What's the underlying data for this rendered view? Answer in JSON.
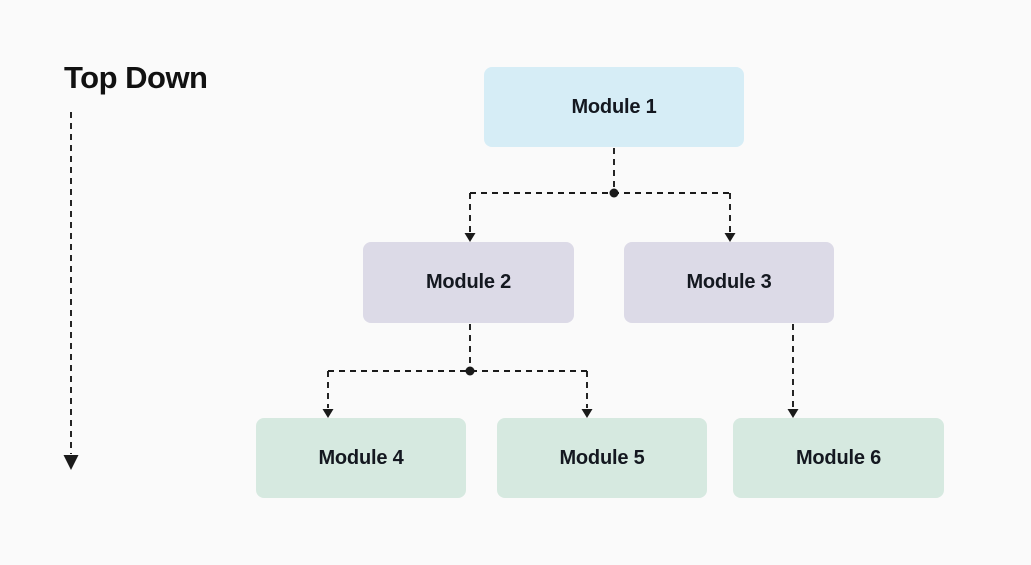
{
  "title": "Top Down",
  "colors": {
    "background": "#fafafa",
    "level1_fill": "#d6edf6",
    "level2_fill": "#dcdae7",
    "level3_fill": "#d6e9e0",
    "connector": "#1a1a1a",
    "title_text": "#111111",
    "label_text": "#141820"
  },
  "modules": [
    {
      "label": "Module 1",
      "level": 1,
      "fill": "#d6edf6"
    },
    {
      "label": "Module 2",
      "level": 2,
      "fill": "#dcdae7"
    },
    {
      "label": "Module 3",
      "level": 2,
      "fill": "#dcdae7"
    },
    {
      "label": "Module 4",
      "level": 3,
      "fill": "#d6e9e0"
    },
    {
      "label": "Module 5",
      "level": 3,
      "fill": "#d6e9e0"
    },
    {
      "label": "Module 6",
      "level": 3,
      "fill": "#d6e9e0"
    }
  ],
  "edges": [
    {
      "from": "Module 1",
      "to": "Module 2",
      "style": "dashed-arrow"
    },
    {
      "from": "Module 1",
      "to": "Module 3",
      "style": "dashed-arrow"
    },
    {
      "from": "Module 2",
      "to": "Module 4",
      "style": "dashed-arrow"
    },
    {
      "from": "Module 2",
      "to": "Module 5",
      "style": "dashed-arrow"
    },
    {
      "from": "Module 3",
      "to": "Module 6",
      "style": "dashed-arrow"
    }
  ],
  "flow_direction_arrow": "top-to-bottom"
}
